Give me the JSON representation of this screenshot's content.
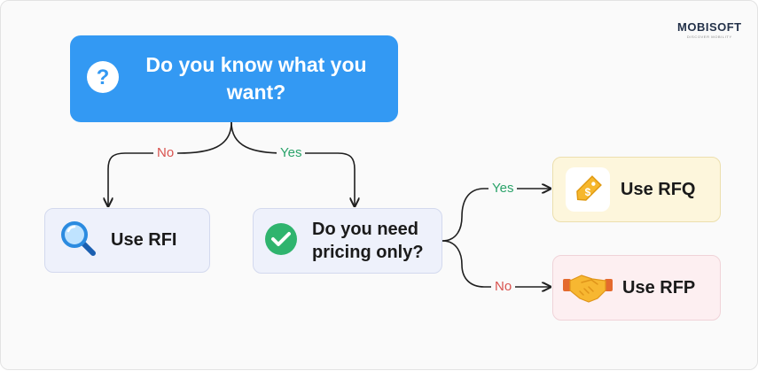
{
  "logo": {
    "name": "MOBISOFT",
    "tagline": "DISCOVER MOBILITY"
  },
  "nodes": {
    "know_question": "Do you know what you want?",
    "use_rfi": "Use RFI",
    "pricing_question": "Do you need pricing only?",
    "use_rfq": "Use RFQ",
    "use_rfp": "Use RFP"
  },
  "edges": {
    "know_no": "No",
    "know_yes": "Yes",
    "pricing_yes": "Yes",
    "pricing_no": "No"
  },
  "icons": {
    "question": "question-mark-icon",
    "rfi": "magnifying-glass-icon",
    "pricing": "check-mark-icon",
    "rfq": "price-tag-icon",
    "rfp": "handshake-icon"
  },
  "colors": {
    "primary_node": "#3399f3",
    "neutral_node": "#eef1fb",
    "rfq_node": "#fdf6dc",
    "rfp_node": "#fdeff1",
    "no": "#d9534f",
    "yes": "#2ba36a"
  }
}
